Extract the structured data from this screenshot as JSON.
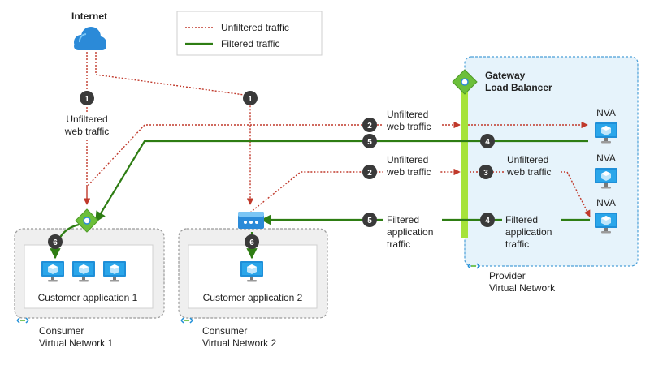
{
  "legend": {
    "unfiltered": "Unfiltered traffic",
    "filtered": "Filtered traffic"
  },
  "internet": {
    "label": "Internet"
  },
  "gateway": {
    "line1": "Gateway",
    "line2": "Load Balancer"
  },
  "consumer_vnet_1": {
    "line1": "Consumer",
    "line2": "Virtual Network 1",
    "app_label": "Customer application 1"
  },
  "consumer_vnet_2": {
    "line1": "Consumer",
    "line2": "Virtual Network 2",
    "app_label": "Customer application 2"
  },
  "provider_vnet": {
    "line1": "Provider",
    "line2": "Virtual Network"
  },
  "nva_label": "NVA",
  "labels": {
    "unfiltered_web_1": "Unfiltered",
    "unfiltered_web_2": "web traffic",
    "filtered_app_1": "Filtered",
    "filtered_app_2": "application",
    "filtered_app_3": "traffic"
  },
  "steps": {
    "s1": "1",
    "s2": "2",
    "s3": "3",
    "s4": "4",
    "s5": "5",
    "s6": "6"
  },
  "colors": {
    "unfiltered": "#c0392b",
    "filtered": "#2e7d13",
    "gateway_bar": "#a6e33a",
    "provider_fill": "#e6f3fb",
    "provider_border": "#4a9fd8",
    "consumer_fill": "#efefef",
    "step_badge": "#3a3a3a"
  }
}
